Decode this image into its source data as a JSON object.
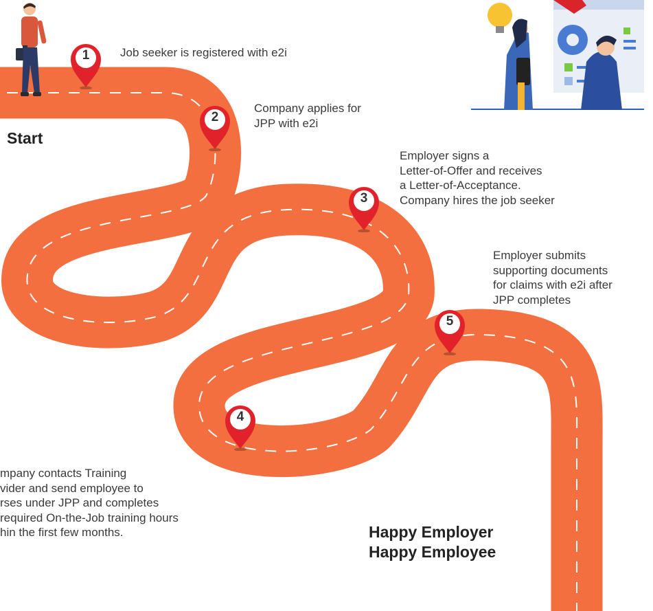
{
  "steps": [
    {
      "num": "1",
      "text": [
        "Job seeker is registered with e2i"
      ]
    },
    {
      "num": "2",
      "text": [
        "Company applies for",
        "JPP with e2i"
      ]
    },
    {
      "num": "3",
      "text": [
        "Employer signs a",
        "Letter-of-Offer and receives",
        "a Letter-of-Acceptance.",
        "Company hires the job seeker"
      ]
    },
    {
      "num": "4",
      "text": [
        "mpany contacts Training",
        "vider and send employee to",
        "rses under JPP and completes",
        "required On-the-Job training hours",
        "hin the first few months."
      ]
    },
    {
      "num": "5",
      "text": [
        "Employer submits",
        "supporting documents",
        "for claims with e2i after",
        "JPP completes"
      ]
    }
  ],
  "start_label": "Start",
  "ending": [
    "Happy Employer",
    "Happy Employee"
  ],
  "colors": {
    "road": "#f36f3f",
    "pin": "#e2222b",
    "text": "#3a3a3a"
  },
  "icons": {
    "walker": "businessman-walking-icon",
    "team": "team-illustration-icon",
    "pin": "map-pin-icon"
  }
}
